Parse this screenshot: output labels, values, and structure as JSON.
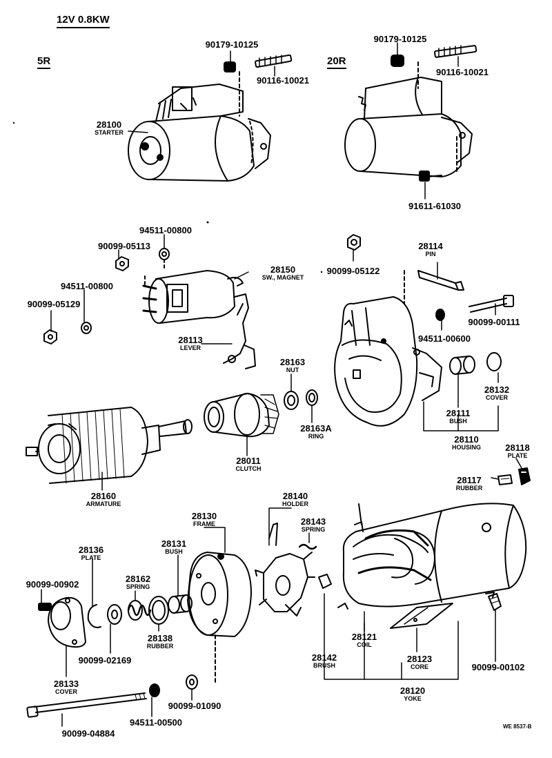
{
  "header": {
    "title": "12V  0.8KW"
  },
  "variants": {
    "left": "5R",
    "right": "20R"
  },
  "labels": {
    "p90179_10125_a": {
      "number": "90179-10125",
      "name": ""
    },
    "p90116_10021_a": {
      "number": "90116-10021",
      "name": ""
    },
    "p90179_10125_b": {
      "number": "90179-10125",
      "name": ""
    },
    "p90116_10021_b": {
      "number": "90116-10021",
      "name": ""
    },
    "p28100": {
      "number": "28100",
      "name": "STARTER"
    },
    "p91611_61030": {
      "number": "91611-61030",
      "name": ""
    },
    "p94511_00800_a": {
      "number": "94511-00800",
      "name": ""
    },
    "p90099_05113": {
      "number": "90099-05113",
      "name": ""
    },
    "p28150": {
      "number": "28150",
      "name": "SW., MAGNET"
    },
    "p94511_00800_b": {
      "number": "94511-00800",
      "name": ""
    },
    "p90099_05129": {
      "number": "90099-05129",
      "name": ""
    },
    "p28113": {
      "number": "28113",
      "name": "LEVER"
    },
    "p90099_05122": {
      "number": "90099-05122",
      "name": ""
    },
    "p28114": {
      "number": "28114",
      "name": "PIN"
    },
    "p90099_00111": {
      "number": "90099-00111",
      "name": ""
    },
    "p94511_00600": {
      "number": "94511-00600",
      "name": ""
    },
    "p28163": {
      "number": "28163",
      "name": "NUT"
    },
    "p28163A": {
      "number": "28163A",
      "name": "RING"
    },
    "p28132": {
      "number": "28132",
      "name": "COVER"
    },
    "p28111": {
      "number": "28111",
      "name": "BUSH"
    },
    "p28110": {
      "number": "28110",
      "name": "HOUSING"
    },
    "p28118": {
      "number": "28118",
      "name": "PLATE"
    },
    "p28117": {
      "number": "28117",
      "name": "RUBBER"
    },
    "p28011": {
      "number": "28011",
      "name": "CLUTCH"
    },
    "p28160": {
      "number": "28160",
      "name": "ARMATURE"
    },
    "p28140": {
      "number": "28140",
      "name": "HOLDER"
    },
    "p28130": {
      "number": "28130",
      "name": "FRAME"
    },
    "p28143": {
      "number": "28143",
      "name": "SPRING"
    },
    "p28131": {
      "number": "28131",
      "name": "BUSH"
    },
    "p28136": {
      "number": "28136",
      "name": "PLATE"
    },
    "p28162": {
      "number": "28162",
      "name": "SPRING"
    },
    "p90099_00902": {
      "number": "90099-00902",
      "name": ""
    },
    "p28138": {
      "number": "28138",
      "name": "RUBBER"
    },
    "p90099_02169": {
      "number": "90099-02169",
      "name": ""
    },
    "p28133": {
      "number": "28133",
      "name": "COVER"
    },
    "p28121": {
      "number": "28121",
      "name": "COIL"
    },
    "p28142": {
      "number": "28142",
      "name": "BRUSH"
    },
    "p28123": {
      "number": "28123",
      "name": "CORE"
    },
    "p90099_00102": {
      "number": "90099-00102",
      "name": ""
    },
    "p28120": {
      "number": "28120",
      "name": "YOKE"
    },
    "p90099_01090": {
      "number": "90099-01090",
      "name": ""
    },
    "p94511_00500": {
      "number": "94511-00500",
      "name": ""
    },
    "p90099_04884": {
      "number": "90099-04884",
      "name": ""
    }
  },
  "footer": {
    "code": "WE 8537-B"
  }
}
